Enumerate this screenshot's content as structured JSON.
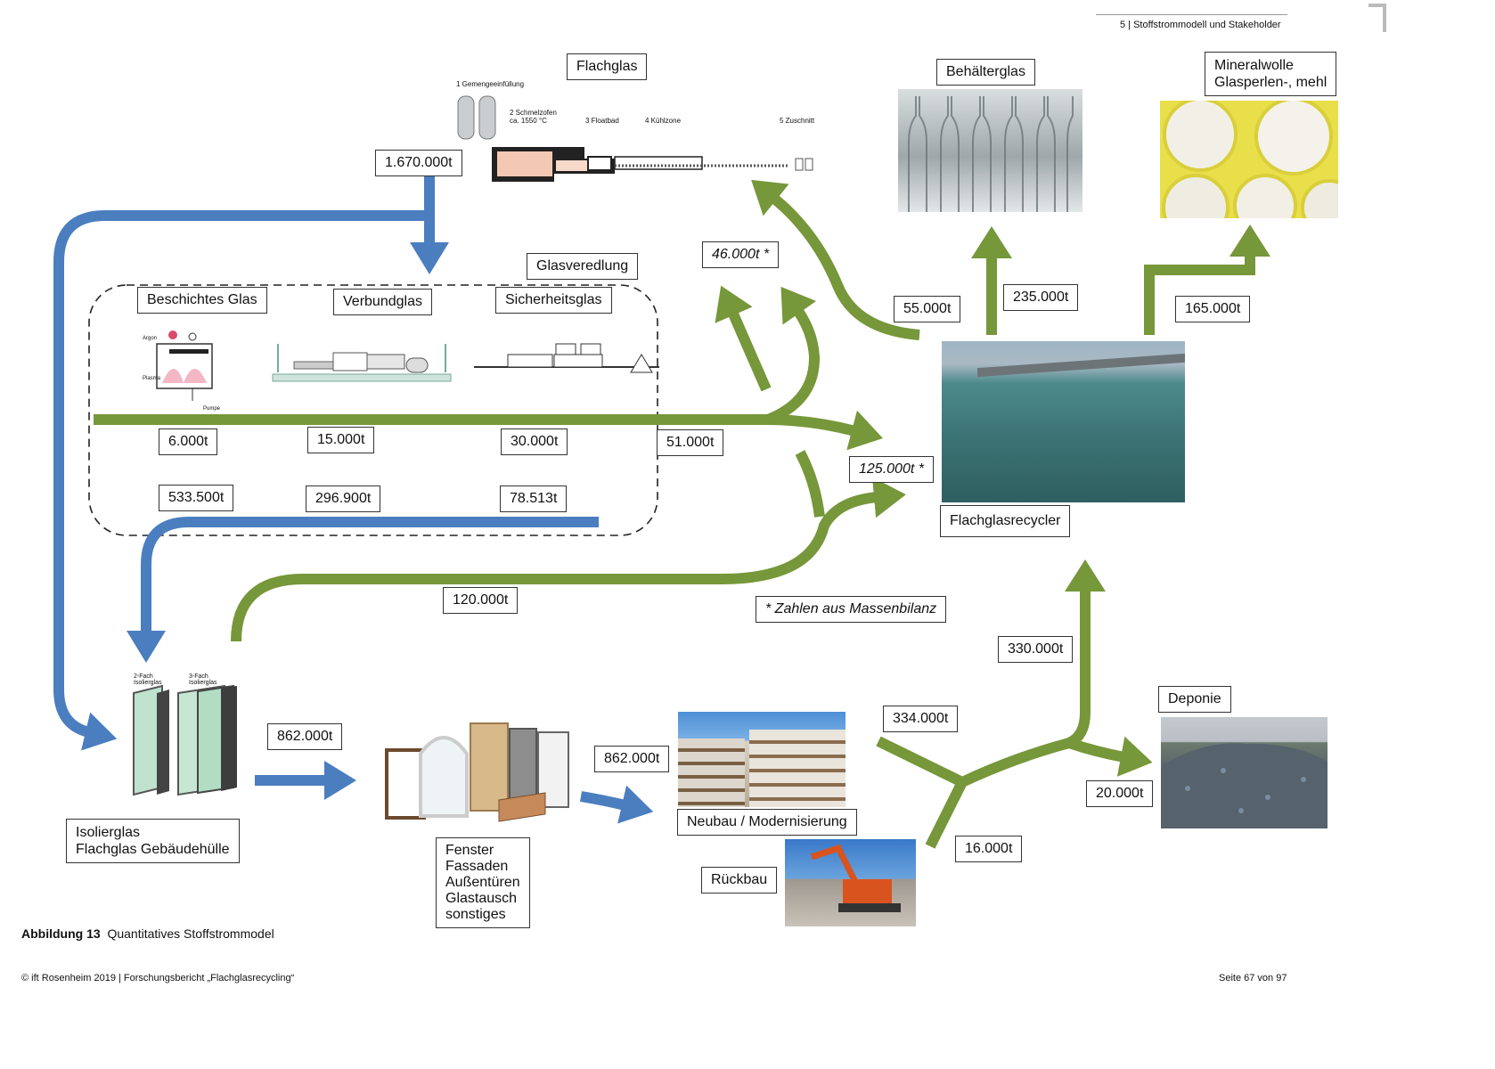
{
  "header": {
    "section": "5  |  Stoffstrommodell und Stakeholder"
  },
  "footer": {
    "left": "© ift Rosenheim 2019  |  Forschungsbericht „Flachglasrecycling“",
    "right": "Seite 67 von 97"
  },
  "caption": {
    "label": "Abbildung 13",
    "text": "Quantitatives Stoffstrommodel"
  },
  "nodes": {
    "flachglas": "Flachglas",
    "glasveredlung": "Glasveredlung",
    "beschichtes_glas": "Beschichtes Glas",
    "verbundglas": "Verbundglas",
    "sicherheitsglas": "Sicherheitsglas",
    "behaelterglas": "Behälterglas",
    "mineralwolle": [
      "Mineralwolle",
      "Glasperlen-, mehl"
    ],
    "flachglasrecycler": "Flachglasrecycler",
    "isolierglas": [
      "Isolierglas",
      "Flachglas Gebäudehülle"
    ],
    "fenster": [
      "Fenster",
      "Fassaden",
      "Außentüren",
      "Glastausch",
      "sonstiges"
    ],
    "neubau": "Neubau / Modernisierung",
    "rueckbau": "Rückbau",
    "deponie": "Deponie",
    "note": "* Zahlen aus Massenbilanz"
  },
  "flows": {
    "f1670": "1.670.000t",
    "f46": "46.000t *",
    "f55": "55.000t",
    "f235": "235.000t",
    "f165": "165.000t",
    "f6": "6.000t",
    "f15": "15.000t",
    "f30": "30.000t",
    "f51": "51.000t",
    "f125": "125.000t *",
    "f533": "533.500t",
    "f296": "296.900t",
    "f78": "78.513t",
    "f120": "120.000t",
    "f862a": "862.000t",
    "f862b": "862.000t",
    "f330": "330.000t",
    "f334": "334.000t",
    "f16": "16.000t",
    "f20": "20.000t"
  },
  "process_labels": {
    "p1": "1 Gemengeeinfüllung",
    "p2a": "2 Schmelzofen",
    "p2b": "ca. 1550 °C",
    "p3": "3 Floatbad",
    "p4": "4 Kühlzone",
    "p5": "5 Zuschnitt",
    "iso2": "2-Fach Isolierglas",
    "iso3": "3-Fach Isolierglas",
    "argon": "Argon",
    "plasma": "Plasma",
    "pumpe": "Pumpe"
  },
  "colors": {
    "blue": "#4a7ebf",
    "green": "#76973a"
  },
  "icons": [
    "float-glass-line-icon",
    "coating-chamber-icon",
    "laminating-line-icon",
    "tempering-line-icon",
    "insulating-glass-icon",
    "windows-doors-icon"
  ]
}
